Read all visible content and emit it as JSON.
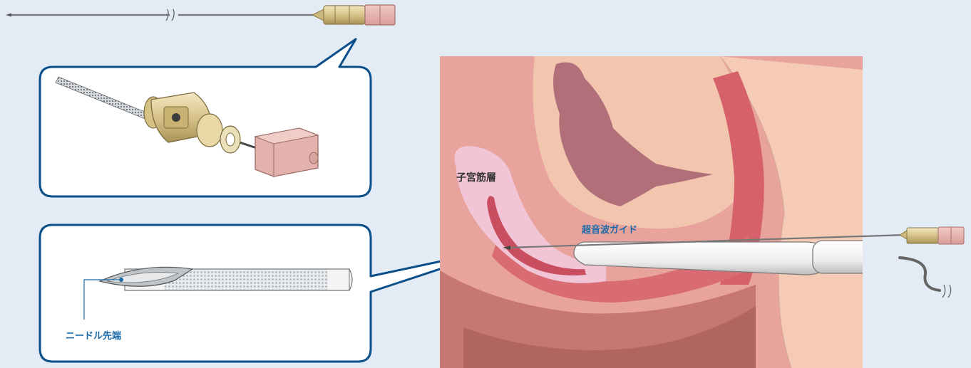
{
  "labels": {
    "myometrium": "子宮筋層",
    "ultrasound_guide": "超音波ガイド",
    "needle_tip": "ニードル先端"
  },
  "colors": {
    "background": "#e3ebf5",
    "callout_border": "#0b4f8a",
    "label_blue": "#1a6aa8",
    "label_dark": "#333333"
  }
}
